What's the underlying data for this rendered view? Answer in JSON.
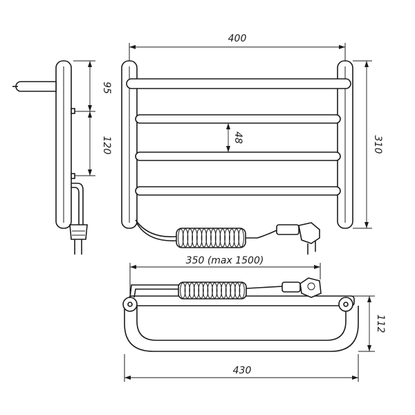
{
  "drawing": {
    "dimensions": {
      "overall_width_top": "400",
      "overall_height": "310",
      "bar_pitch": "48",
      "side_upper": "95",
      "side_lower": "120",
      "cord_length": "350 (max 1500)",
      "overall_width_bottom": "430",
      "depth": "112"
    }
  }
}
